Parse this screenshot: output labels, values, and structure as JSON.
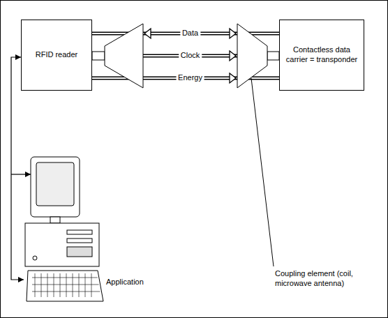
{
  "diagram": {
    "nodes": [
      {
        "text": [
          "RFID reader"
        ]
      },
      {
        "text": [
          "Contactless data carrier = transponder"
        ]
      },
      {
        "text": [
          "Application"
        ]
      }
    ],
    "edges": [
      {
        "from": 0,
        "to": 1,
        "label": "Data",
        "arrow": "both"
      },
      {
        "from": 0,
        "to": 1,
        "label": "Clock",
        "arrow": "to"
      },
      {
        "from": 0,
        "to": 1,
        "label": "Energy",
        "arrow": "to"
      },
      {
        "from": 0,
        "to": 2,
        "arrow": "both"
      }
    ],
    "labels": [
      "Coupling element (coil, microwave antenna)"
    ]
  }
}
